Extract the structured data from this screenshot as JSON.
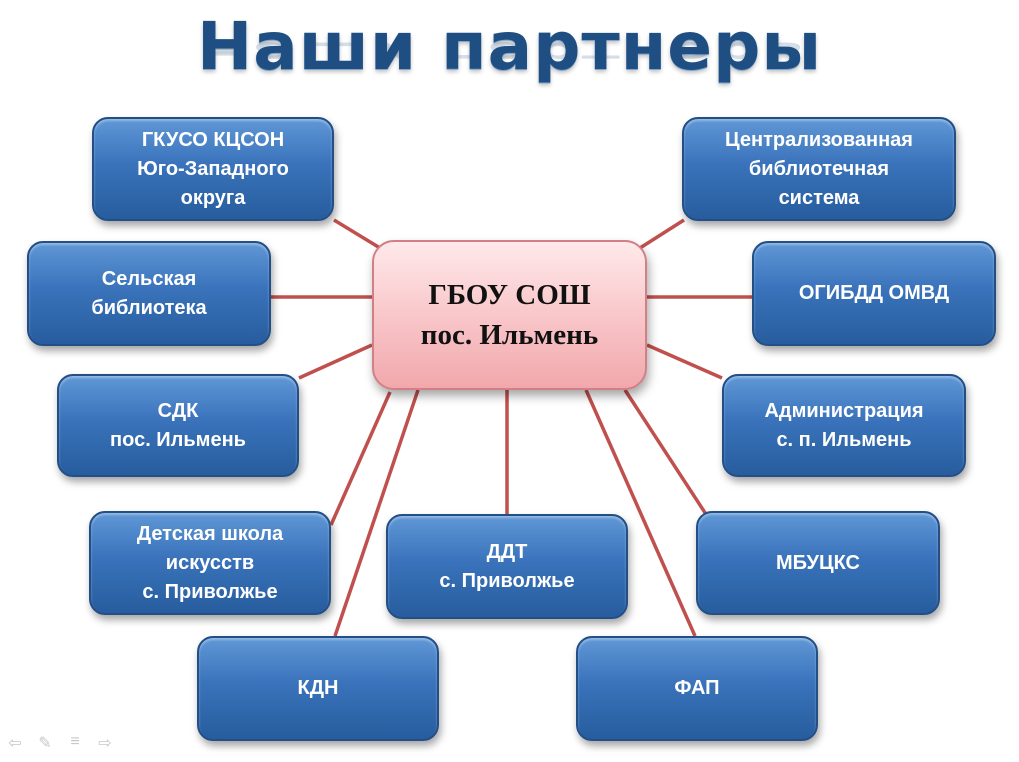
{
  "title": "Наши партнеры",
  "center": {
    "line1": "ГБОУ СОШ",
    "line2": "пос. Ильмень"
  },
  "partners": [
    {
      "id": "gkuso",
      "lines": [
        "ГКУСО КЦСОН",
        "Юго-Западного",
        "округа"
      ]
    },
    {
      "id": "cbs",
      "lines": [
        "Централизованная",
        "библиотечная",
        "система"
      ]
    },
    {
      "id": "selskaya",
      "lines": [
        "Сельская",
        "библиотека"
      ]
    },
    {
      "id": "ogibdd",
      "lines": [
        "ОГИБДД ОМВД"
      ]
    },
    {
      "id": "sdk",
      "lines": [
        "СДК",
        "пос. Ильмень"
      ]
    },
    {
      "id": "admin",
      "lines": [
        "Администрация",
        "с. п. Ильмень"
      ]
    },
    {
      "id": "dshi",
      "lines": [
        "Детская школа",
        "искусств",
        "с. Приволжье"
      ]
    },
    {
      "id": "ddt",
      "lines": [
        "ДДТ",
        "с. Приволжье"
      ]
    },
    {
      "id": "mbucks",
      "lines": [
        "МБУЦКС"
      ]
    },
    {
      "id": "kdn",
      "lines": [
        "КДН"
      ]
    },
    {
      "id": "fap",
      "lines": [
        "ФАП"
      ]
    }
  ],
  "colors": {
    "node_fill": "#3a73bb",
    "node_border": "#234f86",
    "center_fill": "#f8c4c7",
    "link": "#c0504d",
    "title": "#1f4f82"
  },
  "nav_icons": [
    "arrow-left-icon",
    "pen-icon",
    "menu-icon",
    "arrow-right-icon"
  ]
}
